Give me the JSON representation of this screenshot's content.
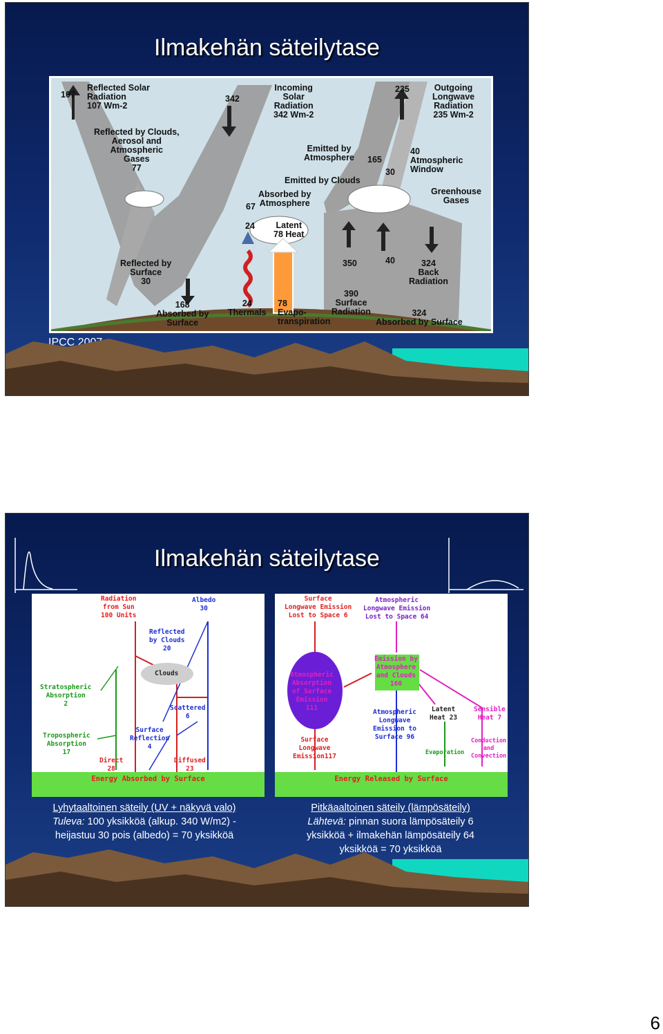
{
  "slide1": {
    "title": "Ilmakehän säteilytase",
    "source": "IPCC 2007",
    "figure": {
      "reflected_solar": "Reflected Solar\nRadiation\n107 Wm-2",
      "reflected_solar_num": "107",
      "incoming_num": "342",
      "incoming_solar": "Incoming\nSolar\nRadiation\n342 Wm-2",
      "outgoing_num": "235",
      "outgoing_longwave": "Outgoing\nLongwave\nRadiation\n235 Wm-2",
      "reflected_clouds": "Reflected by Clouds,\nAerosol and\nAtmospheric\nGases\n77",
      "emitted_atmosphere": "Emitted by\nAtmosphere",
      "num_165": "165",
      "num_30": "30",
      "atmospheric_window": "40\nAtmospheric\nWindow",
      "emitted_clouds": "Emitted by Clouds",
      "absorbed_atmosphere": "Absorbed by\nAtmosphere",
      "num_67": "67",
      "greenhouse_gases": "Greenhouse\nGases",
      "num_24": "24",
      "latent_heat": "Latent\n78 Heat",
      "reflected_surface": "Reflected by\nSurface\n30",
      "num_350": "350",
      "num_40": "40",
      "back_radiation": "324\nBack\nRadiation",
      "surface_radiation": "390\nSurface\nRadiation",
      "absorbed_surface_168": "168\nAbsorbed by\nSurface",
      "thermals": "24\nThermals",
      "evapotranspiration": "78\nEvapo-\ntranspiration",
      "absorbed_surface_324": "324\nAbsorbed by Surface"
    }
  },
  "slide2": {
    "title": "Ilmakehän säteilytase",
    "left": {
      "radiation_from_sun": "Radiation\nfrom Sun\n100 Units",
      "albedo": "Albedo\n30",
      "reflected_clouds": "Reflected\nby Clouds\n20",
      "clouds": "Clouds",
      "stratospheric": "Stratospheric\nAbsorption\n2",
      "scattered": "Scattered\n6",
      "tropospheric": "Tropospheric\nAbsorption\n17",
      "surface_reflection": "Surface\nReflection\n4",
      "direct": "Direct\n28",
      "diffused": "Diffused\n23",
      "ground": "Energy Absorbed by Surface"
    },
    "right": {
      "surface_lost": "Surface\nLongwave Emission\nLost to Space 6",
      "atmos_lost": "Atmospheric\nLongwave Emission\nLost to Space 64",
      "emission_atmos": "Emission by\nAtmosphere\nand Clouds\n160",
      "absorption": "Atmospheric\nAbsorption\nof Surface\nEmission\n111",
      "atmos_to_surface": "Atmospheric\nLongwave\nEmission to\nSurface  96",
      "latent": "Latent\nHeat 23",
      "sensible": "Sensible\nHeat 7",
      "surface_emission": "Surface\nLongwave\nEmission117",
      "evaporation": "Evaporation",
      "conduction": "Conduction\nand\nConvection",
      "ground": "Energy Released by Surface"
    },
    "caption_left": {
      "line1": "Lyhytaaltoinen säteily (UV + näkyvä valo)",
      "line2_em": "Tuleva:",
      "line2": " 100 yksikköä (alkup. 340 W/m2) -",
      "line3": "heijastuu 30 pois (albedo) = 70 yksikköä"
    },
    "caption_right": {
      "line1": "Pitkäaaltoinen säteily (lämpösäteily)",
      "line2_em": "Lähtevä:",
      "line2": " pinnan suora lämpösäteily 6",
      "line3": "yksikköä + ilmakehän lämpösäteily 64",
      "line4": "yksikköä = 70 yksikköä"
    }
  },
  "page_number": "6"
}
